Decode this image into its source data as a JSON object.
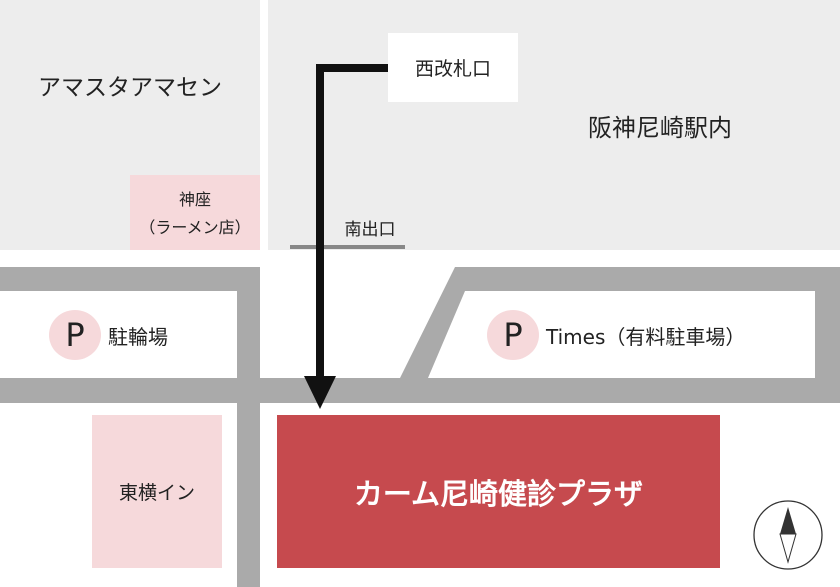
{
  "areas": {
    "amasta": "アマスタアマセン",
    "hanshin_station": "阪神尼崎駅内",
    "west_gate": "西改札口",
    "south_exit": "南出口",
    "kamukura_name": "神座",
    "kamukura_type": "（ラーメン店）",
    "bicycle_parking": "駐輪場",
    "times_parking": "Times（有料駐車場）",
    "toyoko_inn": "東横イン",
    "destination": "カーム尼崎健診プラザ"
  },
  "parking_icon": "P",
  "icons": {
    "compass": "compass-icon",
    "route_arrow": "arrow-down-icon"
  },
  "colors": {
    "destination": "#c64a4e",
    "pink": "#f6d9db",
    "road": "#aaaaaa",
    "station_area": "#ededed",
    "route": "#111111"
  }
}
